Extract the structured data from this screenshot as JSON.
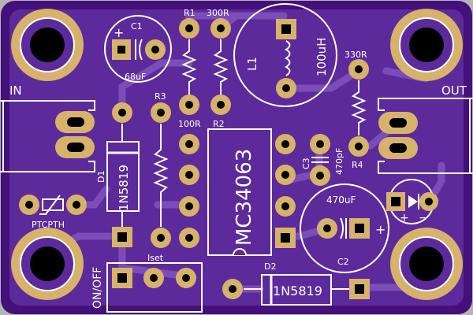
{
  "board": {
    "colors": {
      "substrate": "#44107a",
      "copper_fill": "#5c2a9b",
      "trace": "#7a4db8",
      "pad": "#d6b26a",
      "pad_ring": "#a77f3c",
      "silkscreen": "#ffffff",
      "hole": "#000000"
    }
  },
  "labels": {
    "r1": "R1",
    "r1_value": "300R",
    "r2_value": "100R",
    "r2": "R2",
    "r3": "R3",
    "r4": "R4",
    "r4_value": "330R",
    "c1": "C1",
    "c1_value": "68uF",
    "c2": "C2",
    "c2_value": "470uF",
    "c3": "C3",
    "c3_value": "470pF",
    "l1": "L1",
    "l1_value": "100uH",
    "d1": "D1",
    "d1_part": "1N5819",
    "d2": "D2",
    "d2_part": "1N5819",
    "u1_part": "MC34063",
    "in": "IN",
    "out": "OUT",
    "ptc": "PTCPTH",
    "iset": "Iset",
    "onoff": "ON/OFF",
    "plus": "+",
    "minus": "−",
    "c1_plus": "+",
    "c2_plus": "+"
  }
}
